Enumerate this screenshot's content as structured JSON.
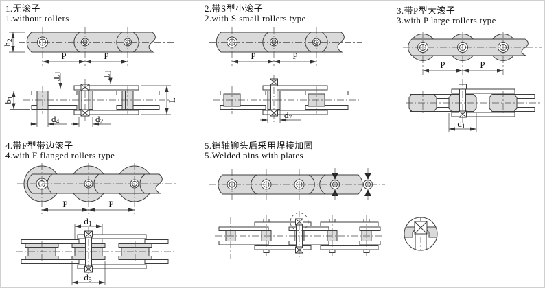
{
  "sections": [
    {
      "title_zh": "1.无滚子",
      "title_en": "1.without rollers"
    },
    {
      "title_zh": "2.带S型小滚子",
      "title_en": "2.with S small rollers type"
    },
    {
      "title_zh": "3.带P型大滚子",
      "title_en": "3.with P large rollers type"
    },
    {
      "title_zh": "4.带F型带边滚子",
      "title_en": "4.with F flanged rollers type"
    },
    {
      "title_zh": "5.销轴铆头后采用焊接加固",
      "title_en": "5.Welded pins with plates"
    }
  ],
  "dims": {
    "P": {
      "letter": "P",
      "sub": ""
    },
    "T": {
      "letter": "T",
      "sub": ""
    },
    "L": {
      "letter": "L",
      "sub": ""
    },
    "h2": {
      "letter": "h",
      "sub": "2"
    },
    "b1": {
      "letter": "b",
      "sub": "1"
    },
    "d1": {
      "letter": "d",
      "sub": "1"
    },
    "d2": {
      "letter": "d",
      "sub": "2"
    },
    "d4": {
      "letter": "d",
      "sub": "4"
    },
    "d5": {
      "letter": "d",
      "sub": "5"
    },
    "d7": {
      "letter": "d",
      "sub": "7"
    }
  },
  "colors": {
    "part_fill": "#dadada",
    "outline": "#3d3d3d",
    "background": "#ffffff"
  }
}
